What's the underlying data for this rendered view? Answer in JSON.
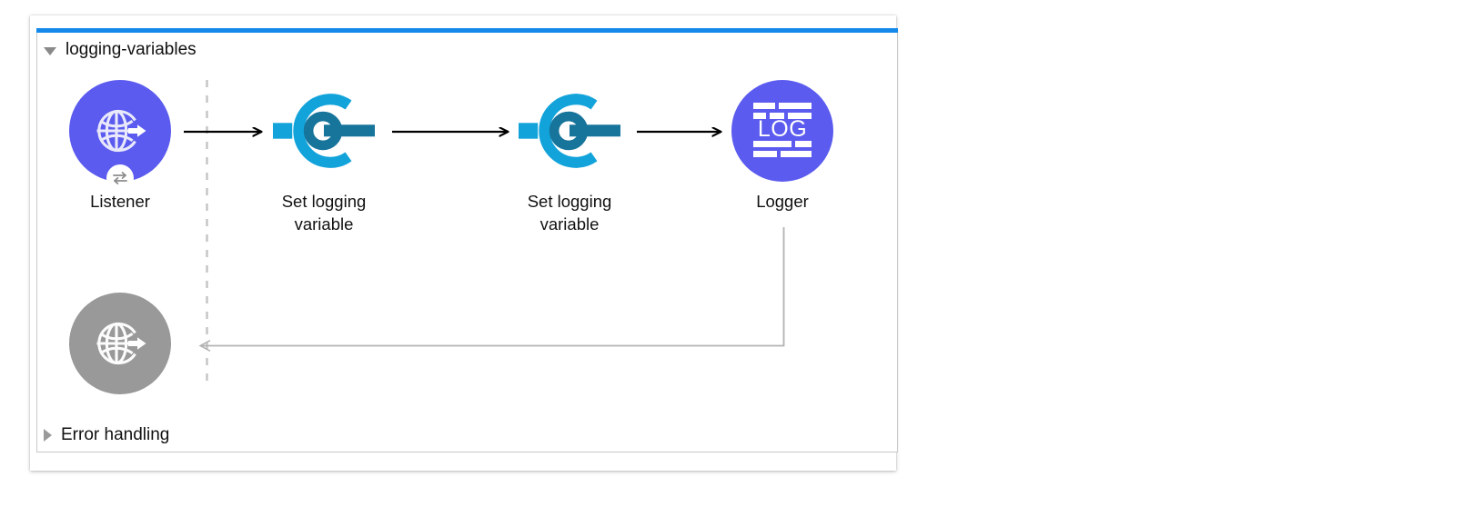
{
  "canvas": {
    "background": "#ffffff"
  },
  "flow": {
    "name": "logging-variables",
    "expanded": true,
    "toggle_icon": "triangle-down-icon",
    "selected_accent_color": "#1589e9",
    "panel_border_color": "#c8c8c8"
  },
  "error_handling": {
    "name": "Error handling",
    "expanded": false,
    "toggle_icon": "triangle-right-icon"
  },
  "nodes": [
    {
      "id": "listener",
      "label": "Listener",
      "icon": "globe-arrow-icon",
      "badge_icon": "exchange-arrows-icon",
      "circle_color": "#5b5bef",
      "state": "active"
    },
    {
      "id": "set-logging-variable-1",
      "label": "Set logging\nvariable",
      "icon": "set-variable-icon",
      "icon_color_primary": "#12a3db",
      "icon_color_secondary": "#17749b",
      "circle_color": "none",
      "state": "active"
    },
    {
      "id": "set-logging-variable-2",
      "label": "Set logging\nvariable",
      "icon": "set-variable-icon",
      "icon_color_primary": "#12a3db",
      "icon_color_secondary": "#17749b",
      "circle_color": "none",
      "state": "active"
    },
    {
      "id": "logger",
      "label": "Logger",
      "icon": "logger-icon",
      "icon_text": "LOG",
      "circle_color": "#5b5bef",
      "state": "active"
    },
    {
      "id": "error-source-listener",
      "label": "",
      "icon": "globe-arrow-icon",
      "circle_color": "#999999",
      "state": "disabled"
    }
  ],
  "connectors": [
    {
      "id": "listener-to-setvar1",
      "from": "listener",
      "to": "set-logging-variable-1",
      "style": "solid-arrow",
      "color": "#000000"
    },
    {
      "id": "setvar1-to-setvar2",
      "from": "set-logging-variable-1",
      "to": "set-logging-variable-2",
      "style": "solid-arrow",
      "color": "#000000"
    },
    {
      "id": "setvar2-to-logger",
      "from": "set-logging-variable-2",
      "to": "logger",
      "style": "solid-arrow",
      "color": "#000000"
    },
    {
      "id": "logger-return-path",
      "from": "logger",
      "to": "error-source-listener",
      "style": "return-arrow",
      "color": "#b0b0b0"
    },
    {
      "id": "source-boundary",
      "style": "dashed-vertical",
      "color": "#c4c4c4"
    }
  ]
}
